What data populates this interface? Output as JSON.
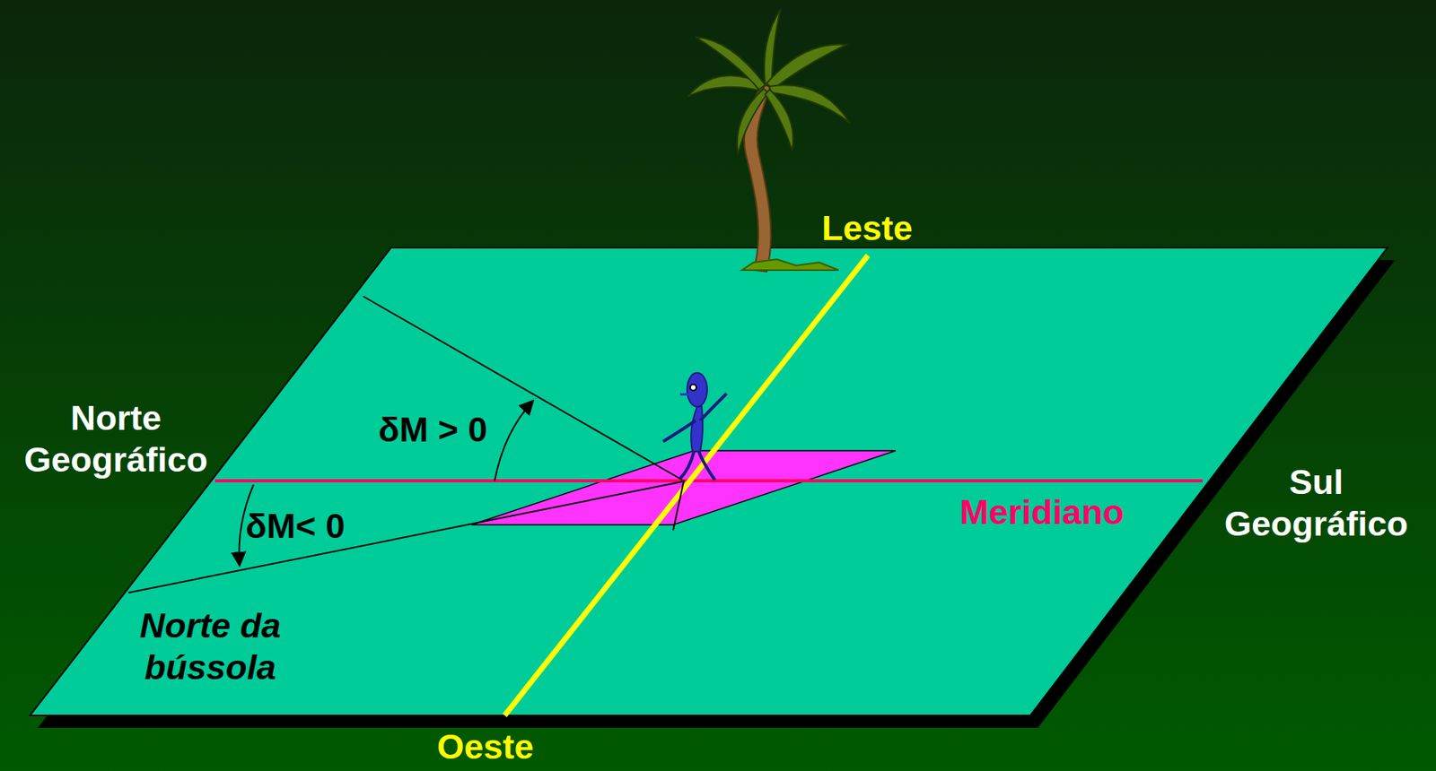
{
  "diagram": {
    "labels": [
      "Leste",
      "Norte Geográfico",
      "δM > 0",
      "δM< 0",
      "Meridiano",
      "Sul Geográfico",
      "Norte da bússola",
      "Oeste"
    ]
  }
}
